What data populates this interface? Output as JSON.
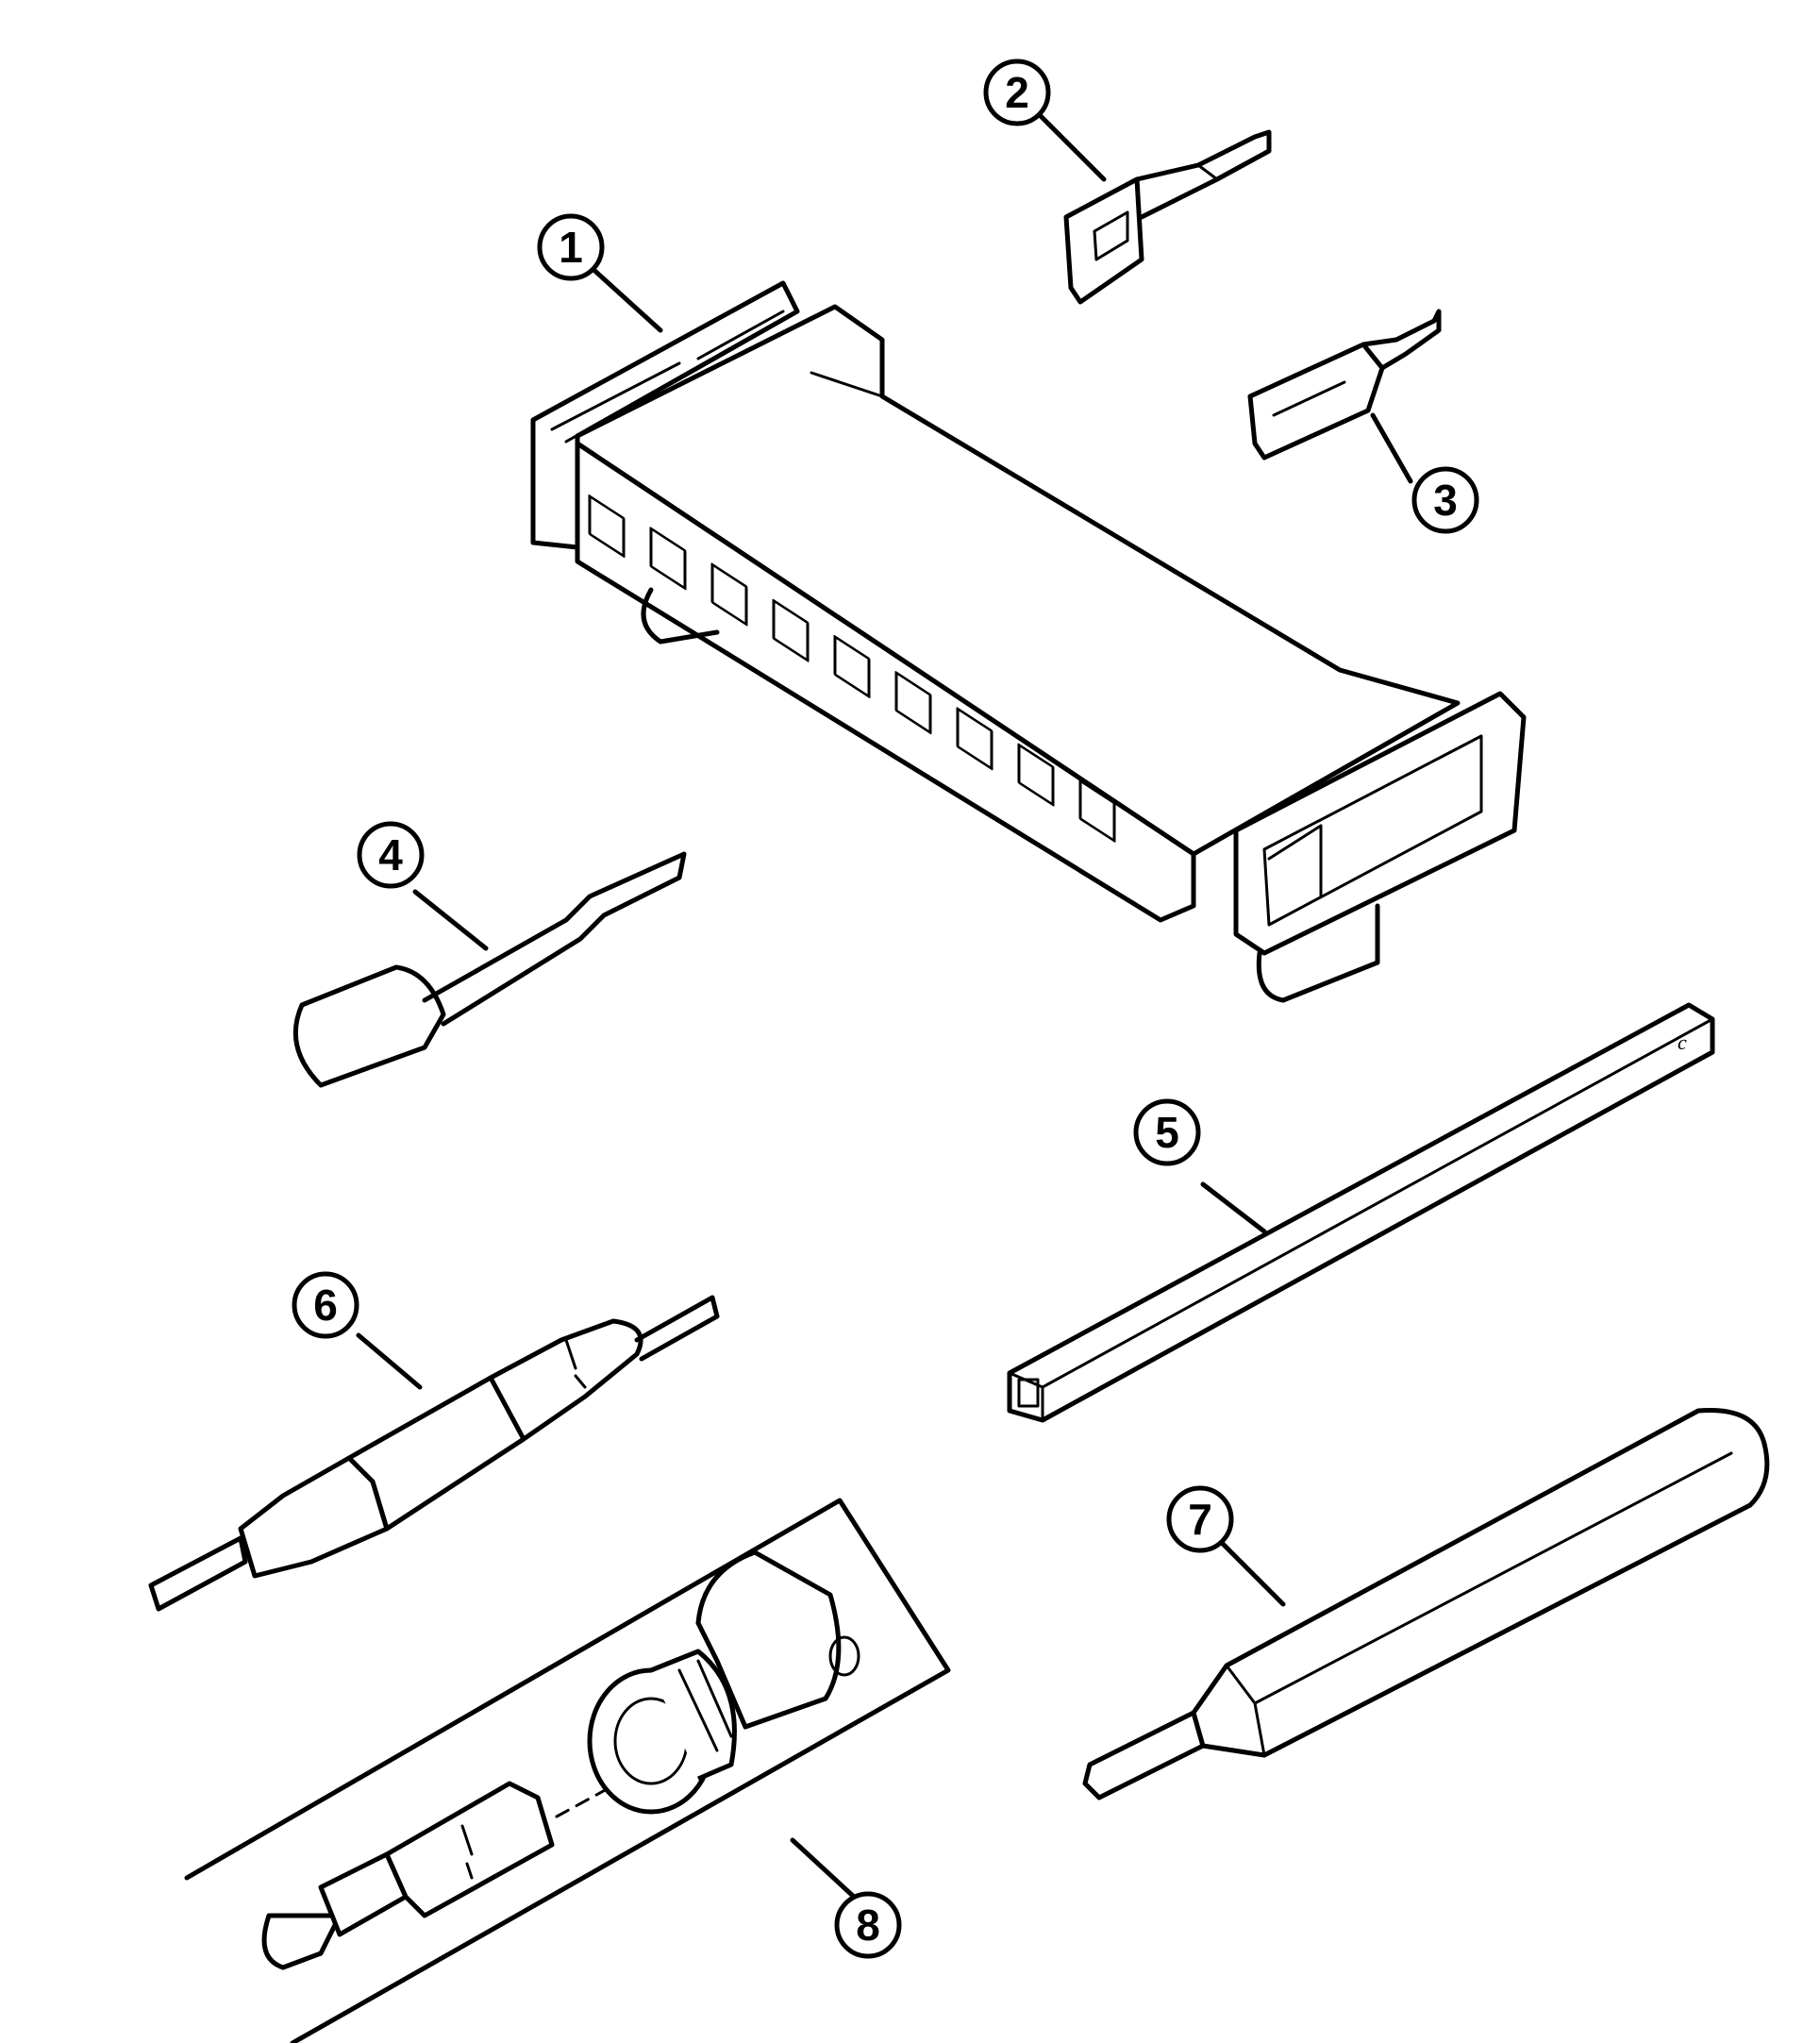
{
  "figure": {
    "callouts": [
      {
        "id": "1",
        "label": "1",
        "part": "connector-housing"
      },
      {
        "id": "2",
        "label": "2",
        "part": "terminal-large"
      },
      {
        "id": "3",
        "label": "3",
        "part": "terminal-small"
      },
      {
        "id": "4",
        "label": "4",
        "part": "terminal-release-tool"
      },
      {
        "id": "5",
        "label": "5",
        "part": "square-rod"
      },
      {
        "id": "6",
        "label": "6",
        "part": "double-ended-pin-tool"
      },
      {
        "id": "7",
        "label": "7",
        "part": "hex-key-driver"
      },
      {
        "id": "8",
        "label": "8",
        "part": "torx-bit-and-adapter-kit"
      }
    ],
    "rod_marking": "c",
    "colors": {
      "line": "#000000",
      "background": "#ffffff"
    }
  }
}
